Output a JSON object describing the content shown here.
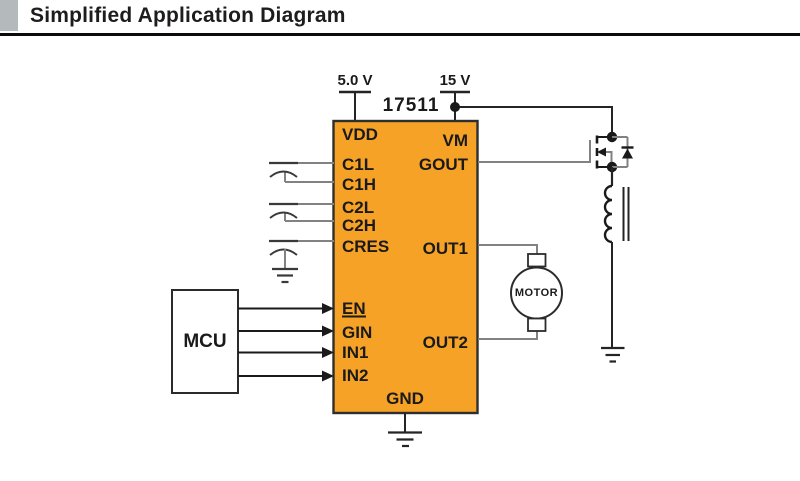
{
  "header": {
    "title": "Simplified Application Diagram"
  },
  "diagram": {
    "ic": {
      "part_number": "17511",
      "left_pins": [
        "VDD",
        "C1L",
        "C1H",
        "C2L",
        "C2H",
        "CRES",
        "EN",
        "GIN",
        "IN1",
        "IN2"
      ],
      "right_pins": [
        "VM",
        "GOUT",
        "OUT1",
        "OUT2"
      ],
      "bottom_pin": "GND"
    },
    "supplies": {
      "logic": "5.0 V",
      "motor": "15 V"
    },
    "blocks": {
      "mcu": "MCU",
      "motor": "MOTOR"
    },
    "colors": {
      "ic_fill": "#F5A227",
      "line_black": "#242424",
      "wire_gray": "#828282",
      "header_marker_gray": "#B4B9BC"
    }
  }
}
